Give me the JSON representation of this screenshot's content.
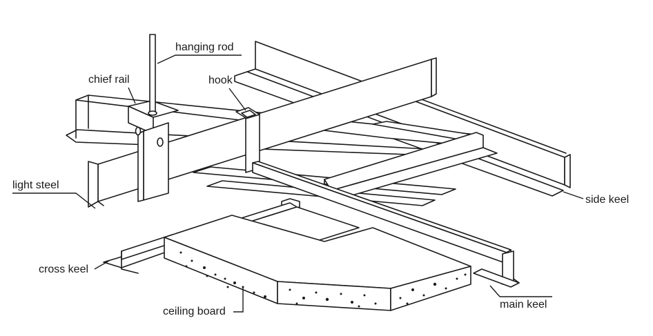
{
  "diagram": {
    "labels": {
      "hanging_rod": "hanging rod",
      "chief_rail": "chief rail",
      "hook": "hook",
      "light_steel": "light steel",
      "side_keel": "side keel",
      "cross_keel": "cross keel",
      "ceiling_board": "ceiling board",
      "main_keel": "main keel"
    },
    "colors": {
      "line": "#1a1a1a",
      "background": "#ffffff"
    }
  }
}
